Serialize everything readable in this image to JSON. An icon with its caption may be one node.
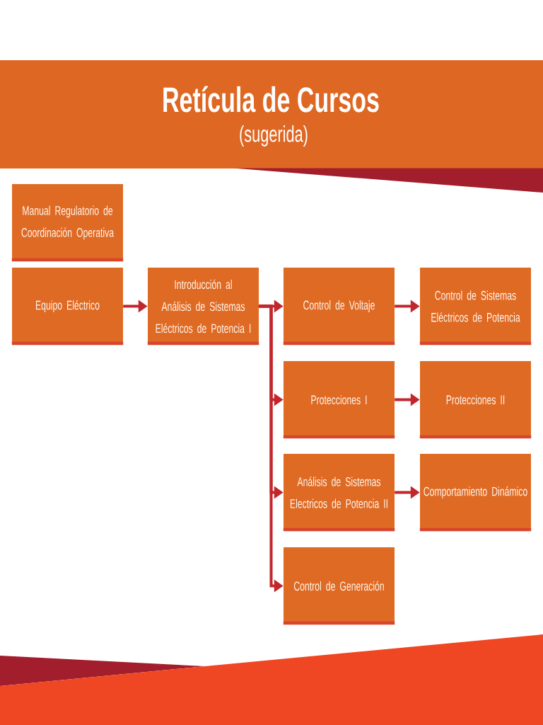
{
  "diagram": {
    "title": "Retícula de Cursos",
    "nodes": [
      {
        "text": [
          "Manual Regulatorio de Coordinación Operativa"
        ]
      },
      {
        "text": [
          "Equipo Eléctrico"
        ]
      },
      {
        "text": [
          "Introducción al Análisis de Sistemas Eléctricos de Potencia I"
        ]
      },
      {
        "text": [
          "Control de Voltaje"
        ]
      },
      {
        "text": [
          "Control de Sistemas Eléctricos de Potencia"
        ]
      },
      {
        "text": [
          "Protecciones I"
        ]
      },
      {
        "text": [
          "Protecciones II"
        ]
      },
      {
        "text": [
          "Análisis de Sistemas Electricos de Potencia II"
        ]
      },
      {
        "text": [
          "Comportamiento Dinámico"
        ]
      },
      {
        "text": [
          "Control de Generación"
        ]
      }
    ],
    "edges": [
      {
        "from": 1,
        "to": 2,
        "arrow": "to"
      },
      {
        "from": 2,
        "to": 3,
        "arrow": "to"
      },
      {
        "from": 2,
        "to": 5,
        "arrow": "to"
      },
      {
        "from": 2,
        "to": 7,
        "arrow": "to"
      },
      {
        "from": 2,
        "to": 9,
        "arrow": "to"
      },
      {
        "from": 3,
        "to": 4,
        "arrow": "to"
      },
      {
        "from": 5,
        "to": 6,
        "arrow": "to"
      },
      {
        "from": 7,
        "to": 8,
        "arrow": "to"
      }
    ],
    "labels": [
      "(sugerida)"
    ]
  }
}
